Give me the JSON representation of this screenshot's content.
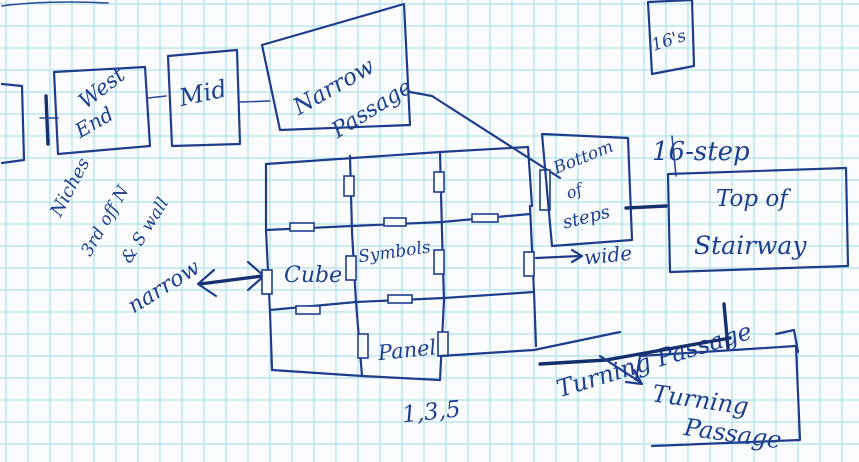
{
  "colors": {
    "paper": "#fbfcfd",
    "grid_line": "#9fdde6",
    "ink": "#1f3d8c"
  },
  "labels": {
    "room_16s": "16's",
    "west_end_line1": "West",
    "west_end_line2": "End",
    "mid": "Mid",
    "narrow_passage_line1": "Narrow",
    "narrow_passage_line2": "Passage",
    "bottom_steps_line1": "Bottom",
    "bottom_steps_line2": "of",
    "bottom_steps_line3": "steps",
    "sixteen_step": "16-step",
    "top_stairway_line1": "Top of",
    "top_stairway_line2": "Stairway",
    "niches_line1": "Niches",
    "niches_line2": "3rd off N",
    "niches_line3": "& S wall",
    "narrow_left": "narrow",
    "cube": "Cube",
    "symbols": "Symbols",
    "panel": "Panel",
    "wide": "wide",
    "turning_passage_a": "Turning Passage",
    "turning_passage_b_line1": "Turning",
    "turning_passage_b_line2": "Passage",
    "numbers_135": "1,3,5"
  }
}
